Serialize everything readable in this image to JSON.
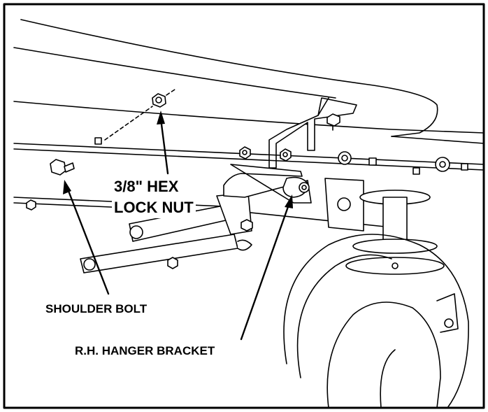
{
  "labels": {
    "hex_nut_line1": "3/8\" HEX",
    "hex_nut_line2": "LOCK NUT",
    "shoulder_bolt": "SHOULDER BOLT",
    "hanger_bracket": "R.H. HANGER BRACKET"
  },
  "colors": {
    "ink": "#000000",
    "paper": "#ffffff",
    "shade": "#d9d9d9"
  }
}
